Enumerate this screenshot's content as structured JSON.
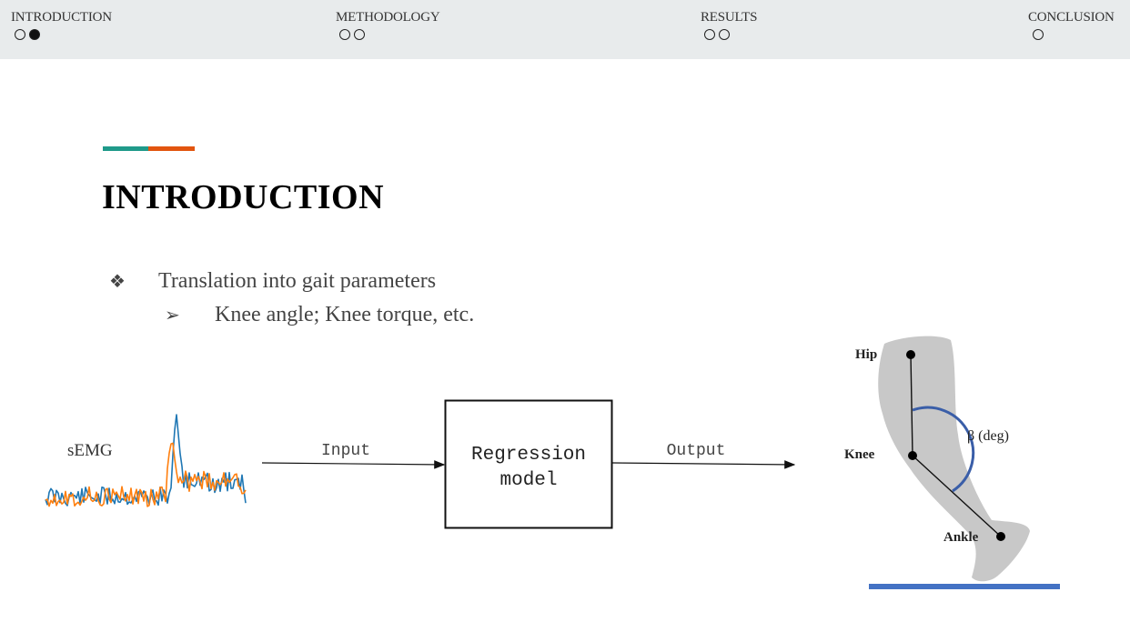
{
  "nav": {
    "sections": [
      {
        "label": "INTRODUCTION",
        "dots": [
          false,
          true
        ]
      },
      {
        "label": "METHODOLOGY",
        "dots": [
          false,
          false
        ]
      },
      {
        "label": "RESULTS",
        "dots": [
          false,
          false
        ]
      },
      {
        "label": "CONCLUSION",
        "dots": [
          false
        ]
      }
    ]
  },
  "slide": {
    "title": "INTRODUCTION",
    "accent_colors": [
      "#1f9a8a",
      "#e2550f"
    ],
    "bullets": [
      {
        "symbol": "❖",
        "text": "Translation into gait parameters"
      },
      {
        "symbol": "➢",
        "text": "Knee angle; Knee torque, etc."
      }
    ]
  },
  "diagram": {
    "semg_label": "sEMG",
    "input_label": "Input",
    "model_label_line1": "Regression",
    "model_label_line2": "model",
    "output_label": "Output",
    "leg": {
      "hip": "Hip",
      "knee": "Knee",
      "ankle": "Ankle",
      "angle": "β (deg)"
    },
    "signal_colors": [
      "#1f77b4",
      "#ff7f0e"
    ],
    "ground_color": "#4472c4"
  }
}
